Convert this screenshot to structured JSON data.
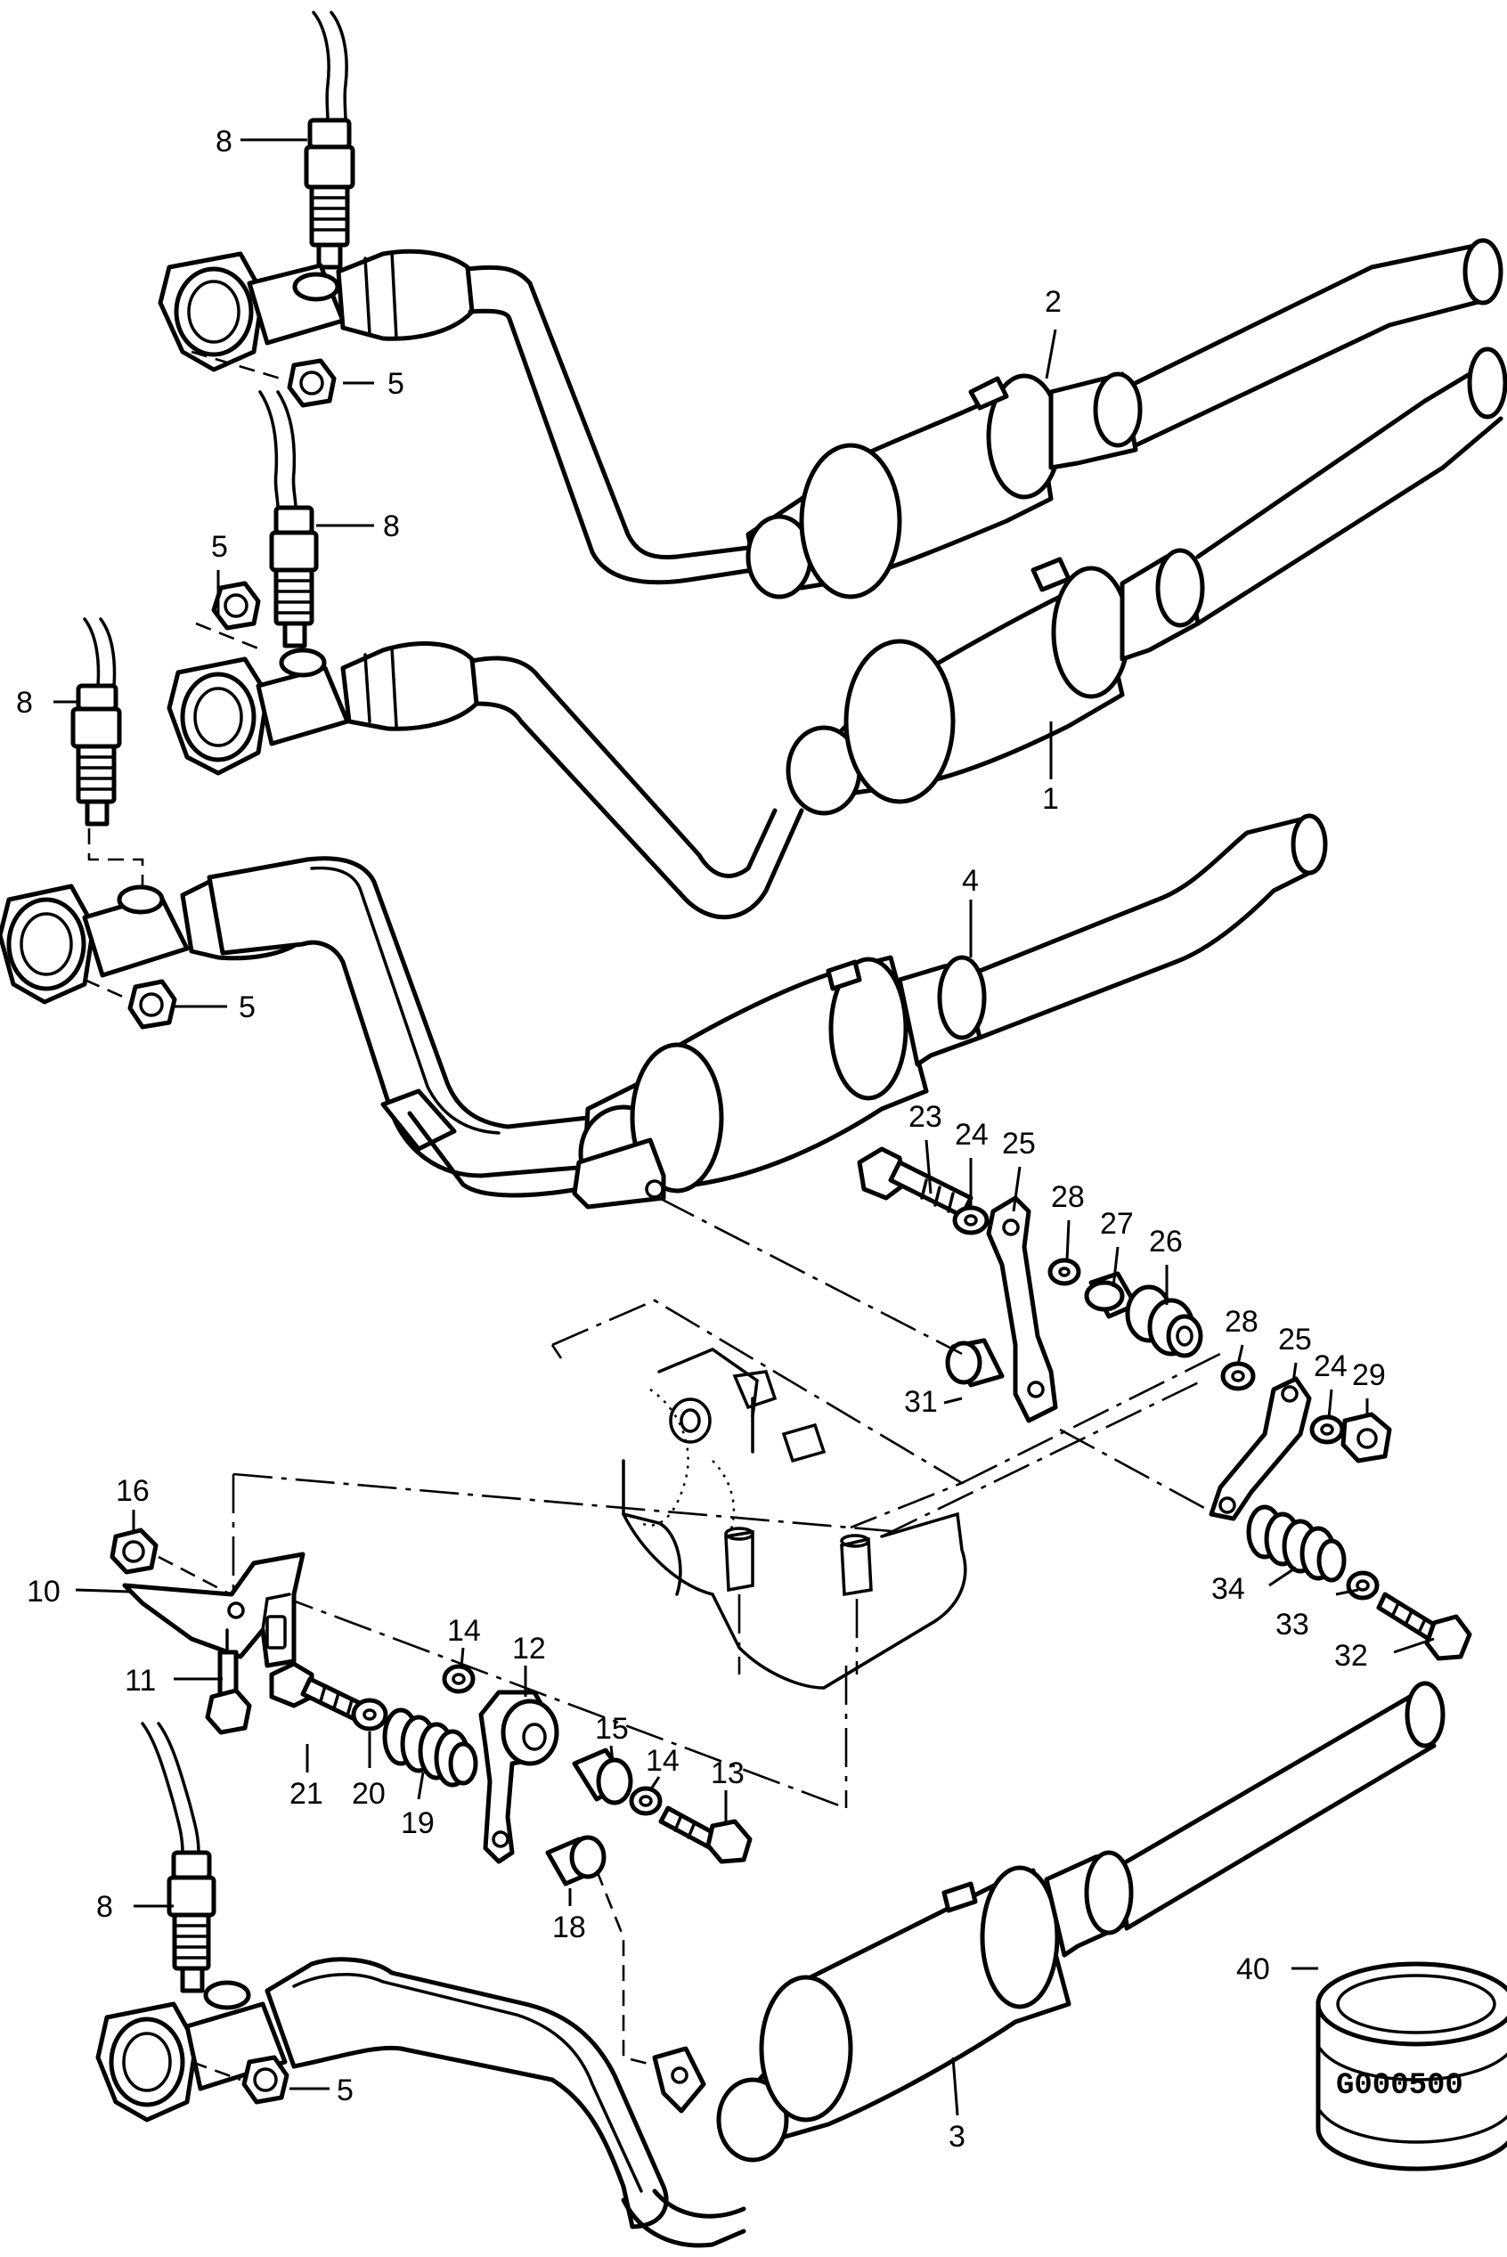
{
  "labels": {
    "l1": "1",
    "l2": "2",
    "l3": "3",
    "l4": "4",
    "l5a": "5",
    "l5b": "5",
    "l5c": "5",
    "l5d": "5",
    "l8a": "8",
    "l8b": "8",
    "l8c": "8",
    "l8d": "8",
    "l10": "10",
    "l11": "11",
    "l12": "12",
    "l13": "13",
    "l14a": "14",
    "l14b": "14",
    "l15": "15",
    "l16": "16",
    "l18": "18",
    "l19": "19",
    "l20": "20",
    "l21": "21",
    "l23": "23",
    "l24a": "24",
    "l24b": "24",
    "l25a": "25",
    "l25b": "25",
    "l26": "26",
    "l27": "27",
    "l28a": "28",
    "l28b": "28",
    "l29": "29",
    "l31": "31",
    "l32": "32",
    "l33": "33",
    "l34": "34",
    "l40": "40"
  },
  "stamp_text": "G000500"
}
